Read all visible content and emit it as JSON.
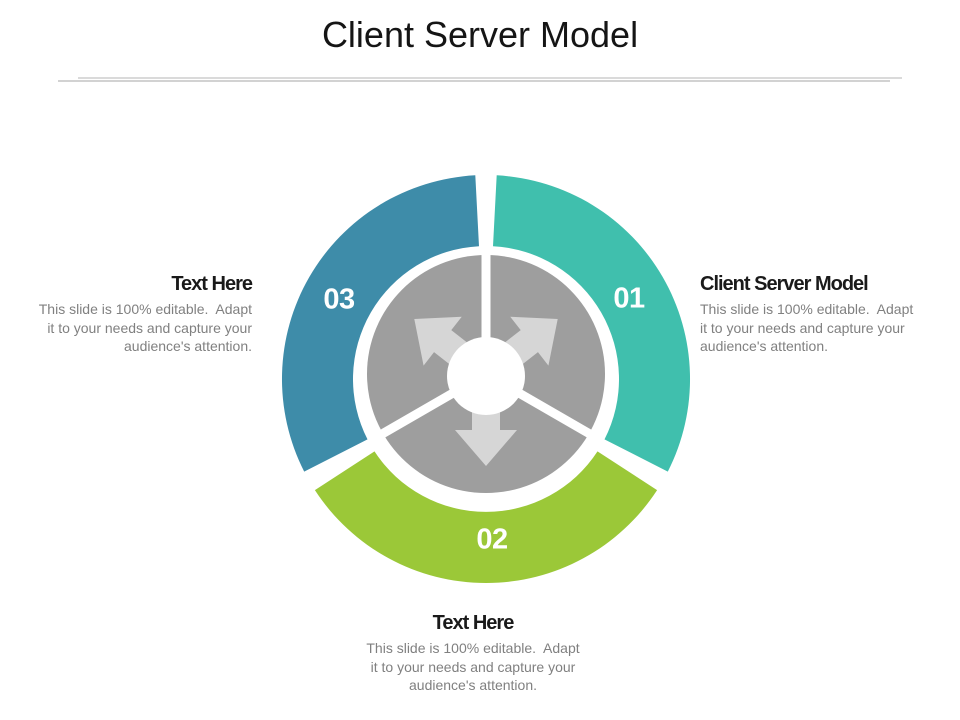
{
  "slide": {
    "title": "Client Server Model",
    "background_color": "#FFFFFF",
    "divider_color": "#D6D6D6"
  },
  "diagram": {
    "hub_circle_color": "#9E9E9E",
    "hub_arrow_color": "#D6D6D6",
    "segments": [
      {
        "number": "01",
        "color": "#40BFAD",
        "position": "top-right"
      },
      {
        "number": "02",
        "color": "#9BC838",
        "position": "bottom"
      },
      {
        "number": "03",
        "color": "#3E8CA9",
        "position": "top-left"
      }
    ]
  },
  "callouts": {
    "left": {
      "heading": "Text Here",
      "body": "This slide is 100% editable.  Adapt\nit to your needs and capture your\naudience's attention."
    },
    "right": {
      "heading": "Client Server Model",
      "body": "This slide is 100% editable.  Adapt\nit to your needs and capture your\naudience's attention."
    },
    "bottom": {
      "heading": "Text Here",
      "body": "This slide is 100% editable.  Adapt\nit to your needs and capture your\naudience's attention."
    }
  }
}
